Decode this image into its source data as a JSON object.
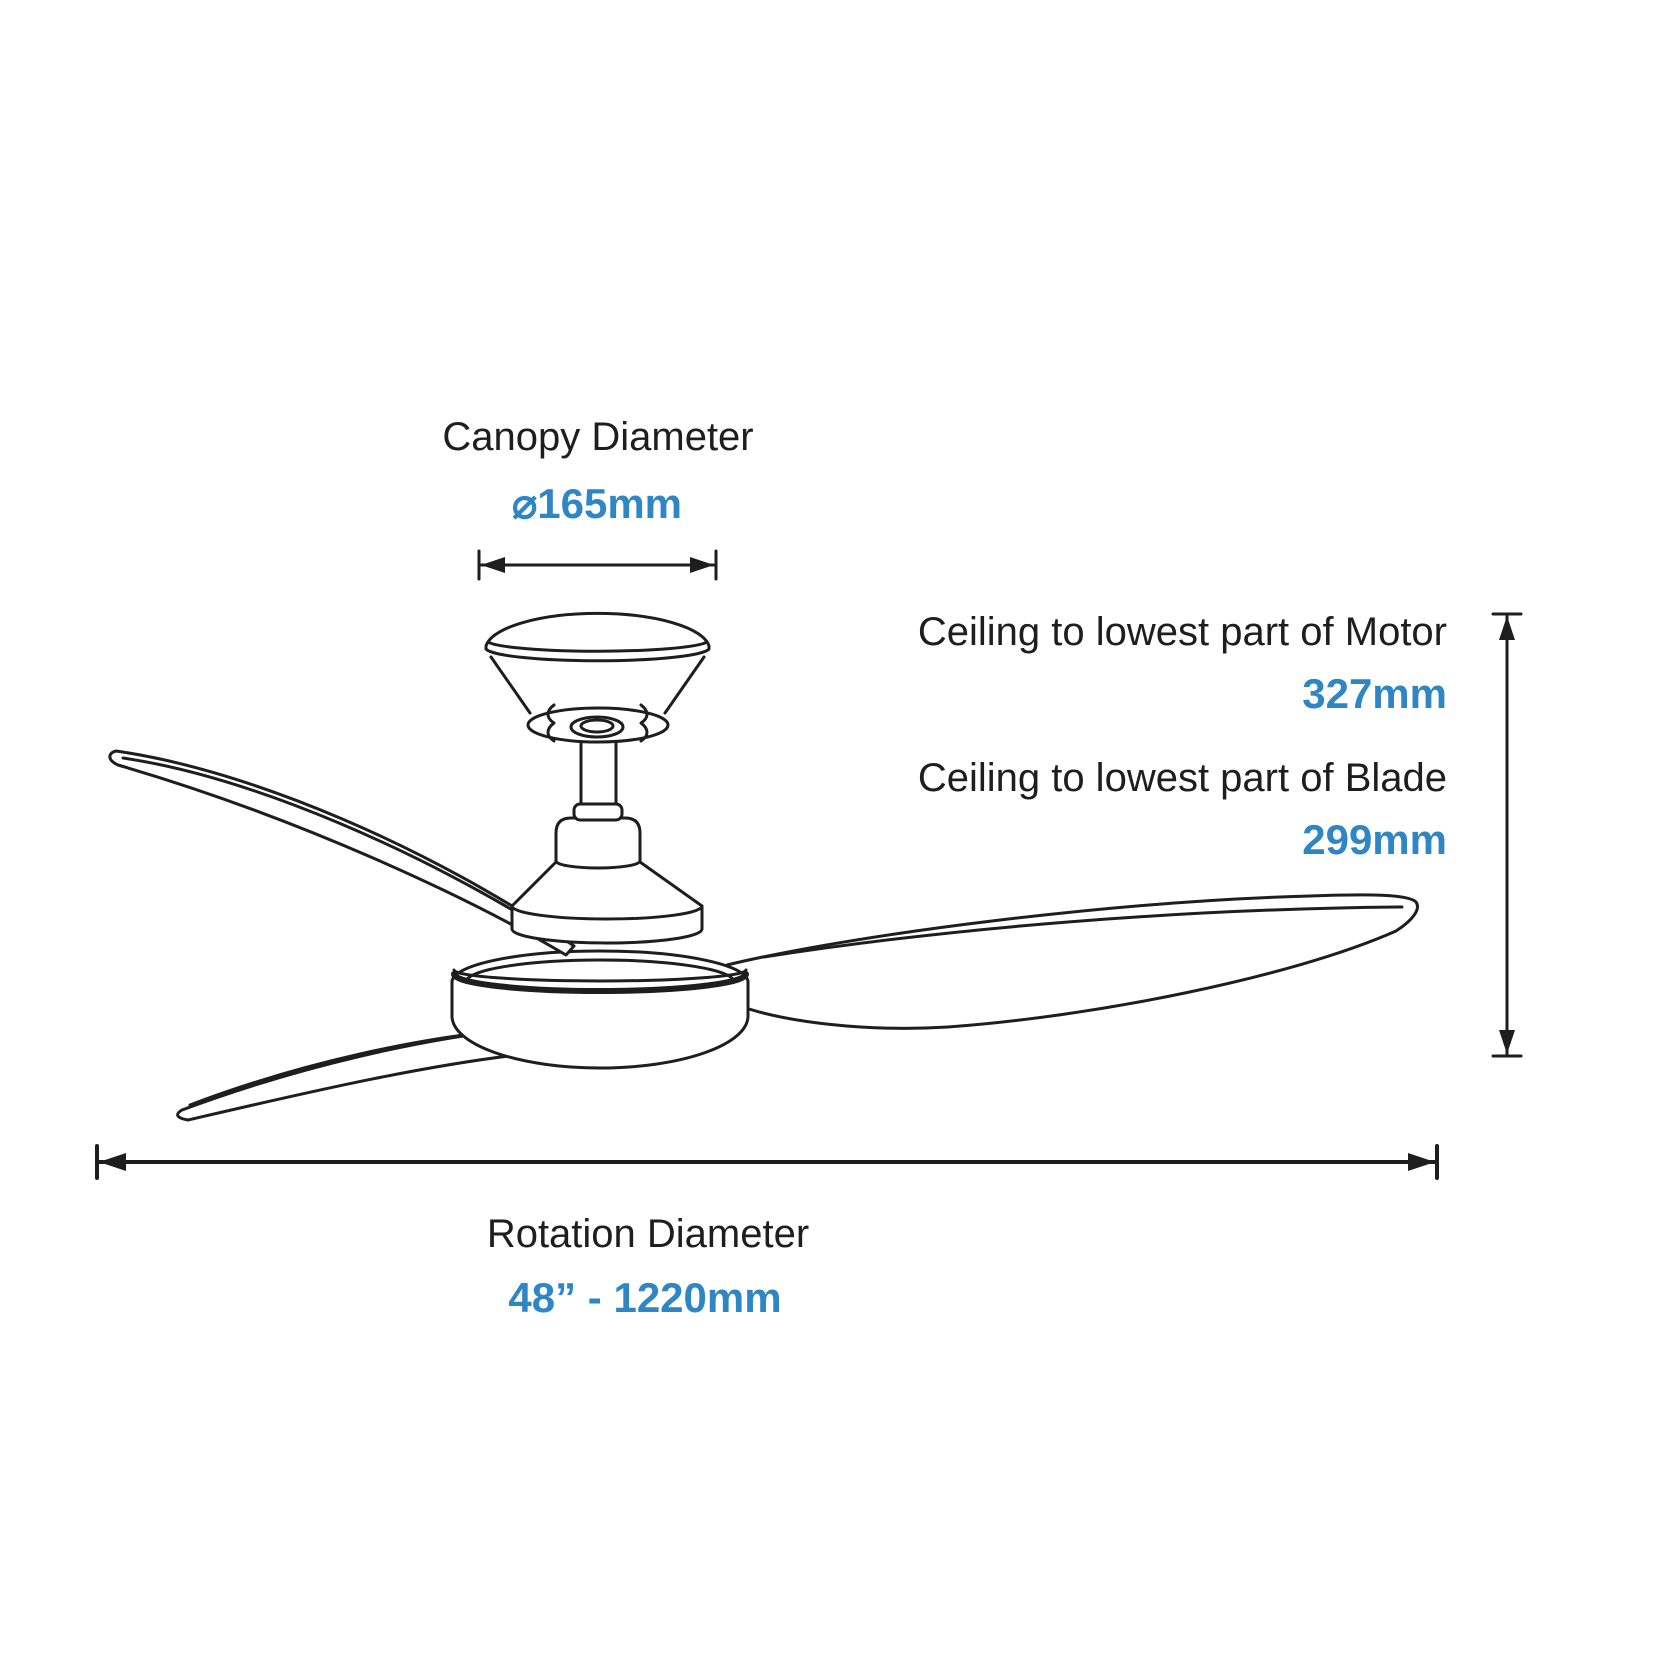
{
  "page": {
    "title": "Ceiling Fan Dimensions Diagram"
  },
  "colors": {
    "accent_blue": "#2E86C4",
    "line_black": "#1E1E1E",
    "text_black": "#1E1E1E",
    "background": "#FFFFFF"
  },
  "dims": {
    "canopy": {
      "label": "Canopy Diameter",
      "value": "⌀165mm"
    },
    "motor": {
      "label": "Ceiling to lowest part of Motor",
      "value": "327mm"
    },
    "blade": {
      "label": "Ceiling to lowest part of Blade",
      "value": "299mm"
    },
    "rotation": {
      "label": "Rotation Diameter",
      "value": "48” - 1220mm"
    }
  }
}
